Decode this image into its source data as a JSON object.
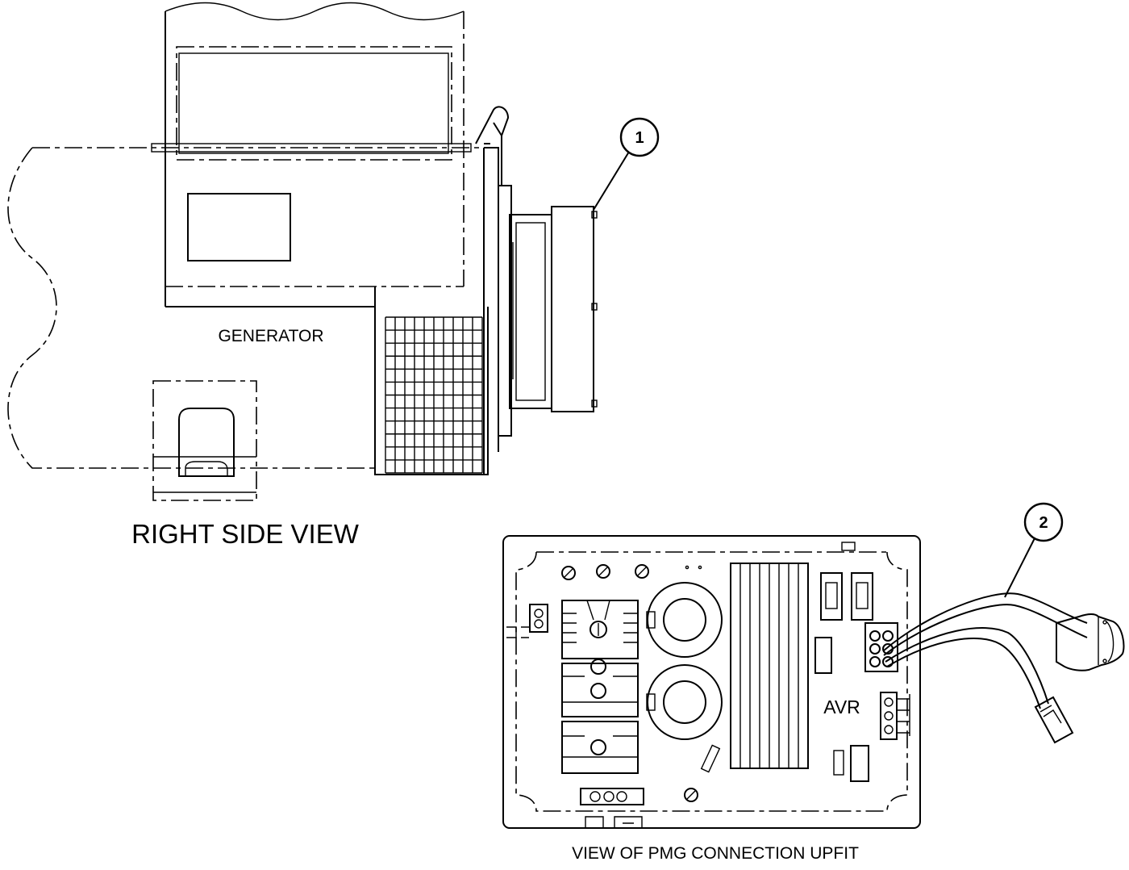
{
  "labels": {
    "generator": "GENERATOR",
    "right_side_view": "RIGHT SIDE VIEW",
    "avr": "AVR",
    "pmg_view": "VIEW OF PMG CONNECTION UPFIT"
  },
  "callouts": {
    "pmg": "1",
    "harness": "2"
  }
}
